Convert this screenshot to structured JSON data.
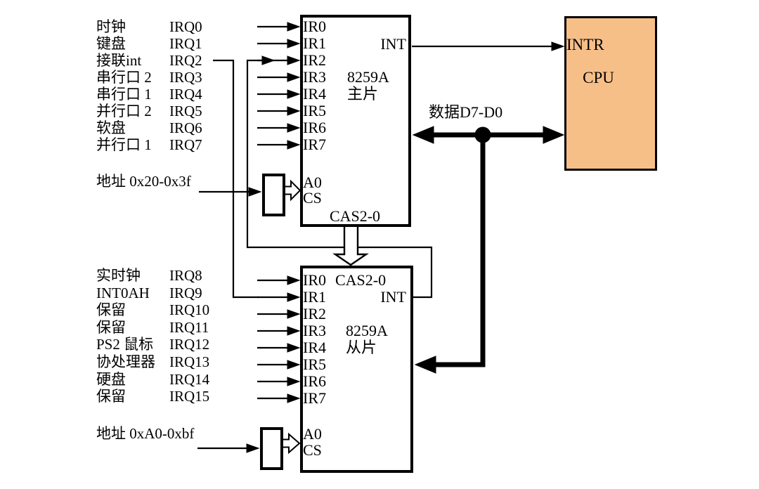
{
  "colors": {
    "cpu_fill": "#F7BF88",
    "line": "#000000",
    "background": "#FFFFFF"
  },
  "cpu": {
    "label": "CPU",
    "pin_intr": "INTR"
  },
  "master": {
    "chip": "8259A",
    "role": "主片",
    "pins": [
      "IR0",
      "IR1",
      "IR2",
      "IR3",
      "IR4",
      "IR5",
      "IR6",
      "IR7"
    ],
    "pin_int": "INT",
    "pin_a0": "A0",
    "pin_cs": "CS",
    "pin_cas": "CAS2-0"
  },
  "slave": {
    "chip": "8259A",
    "role": "从片",
    "pins": [
      "IR0",
      "IR1",
      "IR2",
      "IR3",
      "IR4",
      "IR5",
      "IR6",
      "IR7"
    ],
    "pin_int": "INT",
    "pin_a0": "A0",
    "pin_cs": "CS",
    "pin_cas": "CAS2-0"
  },
  "irq_top": [
    {
      "device": "时钟",
      "irq": "IRQ0"
    },
    {
      "device": "键盘",
      "irq": "IRQ1"
    },
    {
      "device": "接联int",
      "irq": "IRQ2"
    },
    {
      "device": "串行口 2",
      "irq": "IRQ3"
    },
    {
      "device": "串行口 1",
      "irq": "IRQ4"
    },
    {
      "device": "并行口 2",
      "irq": "IRQ5"
    },
    {
      "device": "软盘",
      "irq": "IRQ6"
    },
    {
      "device": "并行口 1",
      "irq": "IRQ7"
    }
  ],
  "irq_bottom": [
    {
      "device": "实时钟",
      "irq": "IRQ8"
    },
    {
      "device": "INT0AH",
      "irq": "IRQ9"
    },
    {
      "device": "保留",
      "irq": "IRQ10"
    },
    {
      "device": "保留",
      "irq": "IRQ11"
    },
    {
      "device": "PS2 鼠标",
      "irq": "IRQ12"
    },
    {
      "device": "协处理器",
      "irq": "IRQ13"
    },
    {
      "device": "硬盘",
      "irq": "IRQ14"
    },
    {
      "device": "保留",
      "irq": "IRQ15"
    }
  ],
  "address_master": "地址 0x20-0x3f",
  "address_slave": "地址 0xA0-0xbf",
  "data_bus_label": "数据D7-D0"
}
